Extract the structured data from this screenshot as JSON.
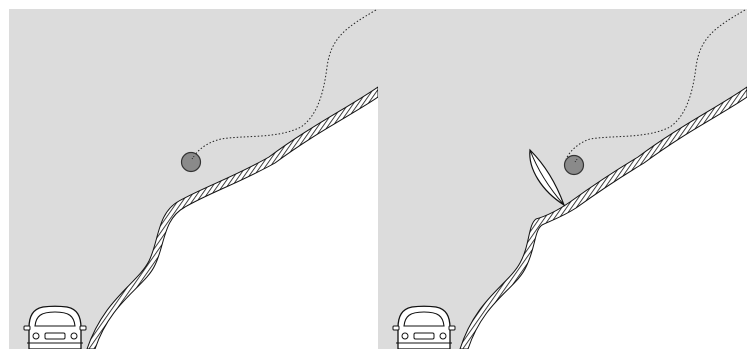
{
  "figure": {
    "panels": [
      {
        "id": "left",
        "shows_deflector": false,
        "elements": [
          "ground-region",
          "cliff-edge",
          "ball",
          "ball-trajectory",
          "car"
        ]
      },
      {
        "id": "right",
        "shows_deflector": true,
        "elements": [
          "ground-region",
          "cliff-edge",
          "ball",
          "ball-trajectory",
          "car",
          "deflector"
        ]
      }
    ],
    "colors": {
      "ground": "#dcdcdc",
      "void": "#ffffff",
      "edge": "#111111",
      "ball_fill": "#8a8a8a",
      "ball_stroke": "#333333",
      "trajectory": "#222222"
    },
    "icons": {
      "car": "car-front-icon",
      "ball": "ball-icon",
      "deflector": "deflector-blade-icon"
    }
  }
}
